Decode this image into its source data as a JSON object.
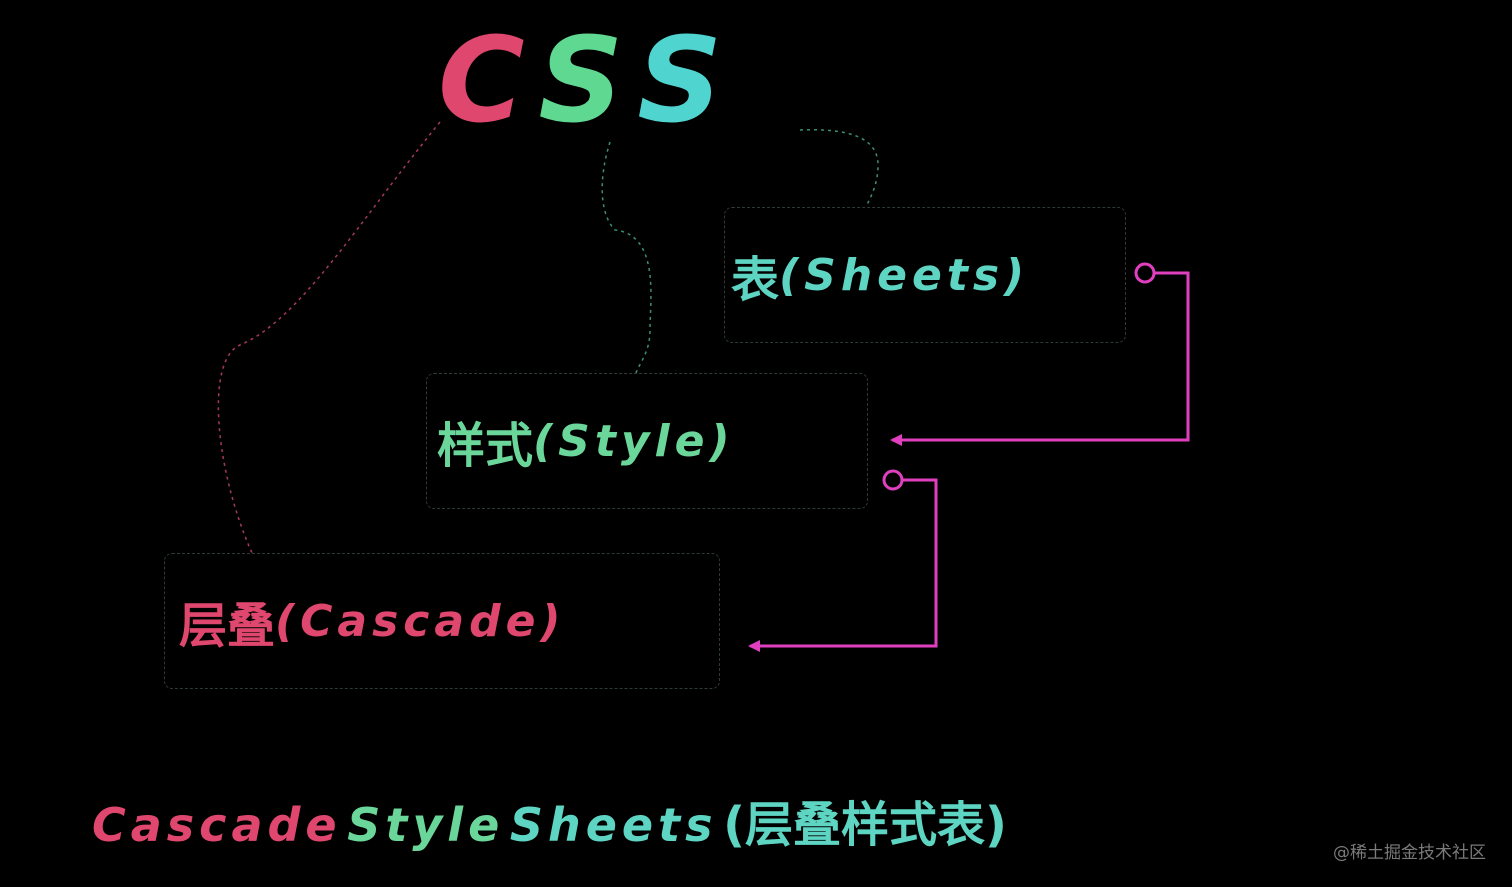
{
  "title": {
    "letters": [
      "C",
      "S",
      "S"
    ],
    "colors": [
      "#e0476e",
      "#5fd892",
      "#4fd4cf"
    ]
  },
  "boxes": {
    "sheets": {
      "zh": "表",
      "en": "(Sheets)",
      "color": "#5ed4c2"
    },
    "style": {
      "zh": "样式",
      "en": "(Style)",
      "color": "#6ad69a"
    },
    "cascade": {
      "zh": "层叠",
      "en": "(Cascade)",
      "color": "#e0476e"
    }
  },
  "subtitle": {
    "cascade": "Cascade",
    "style": "Style",
    "sheets": "Sheets",
    "zh": "(层叠样式表)",
    "colors": {
      "cascade": "#e0476e",
      "style": "#6ad69a",
      "sheets": "#5ed4c2",
      "zh": "#5ed4c2"
    }
  },
  "watermark": "@稀土掘金技术社区",
  "colors": {
    "arrow": "#e040c0",
    "dashed_red": "#a33a58",
    "dashed_green": "#3f8f6e",
    "background": "#000000"
  }
}
